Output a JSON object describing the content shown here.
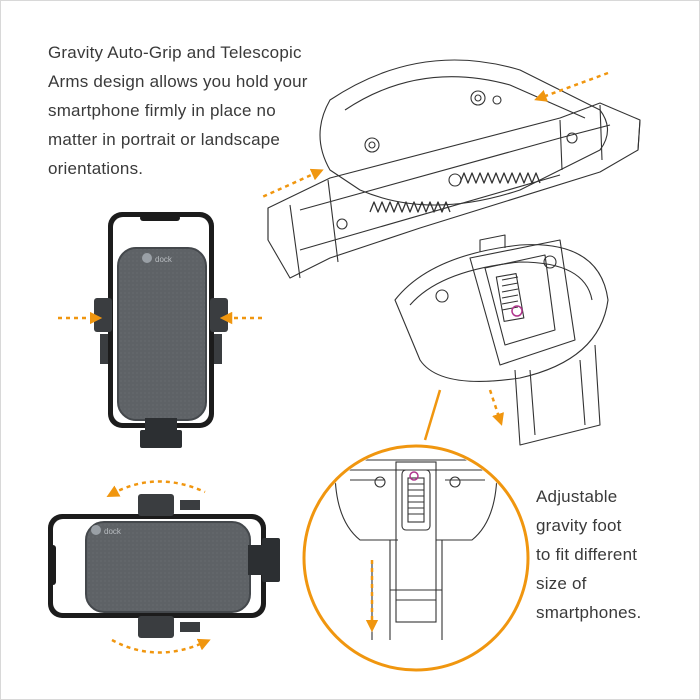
{
  "captions": {
    "top": [
      "Gravity Auto-Grip and Telescopic",
      "Arms design allows you hold your",
      "smartphone firmly in place no",
      "matter in portrait or landscape",
      "orientations."
    ],
    "bottom": [
      "Adjustable",
      "gravity foot",
      "to fit different",
      "size of",
      "smartphones."
    ]
  },
  "brand_mark": "dock",
  "colors": {
    "accent": "#f0960f",
    "line": "#333333",
    "phone_dark": "#1c1c1c",
    "pad_gray": "#5e6266",
    "text": "#3a3a3a"
  }
}
